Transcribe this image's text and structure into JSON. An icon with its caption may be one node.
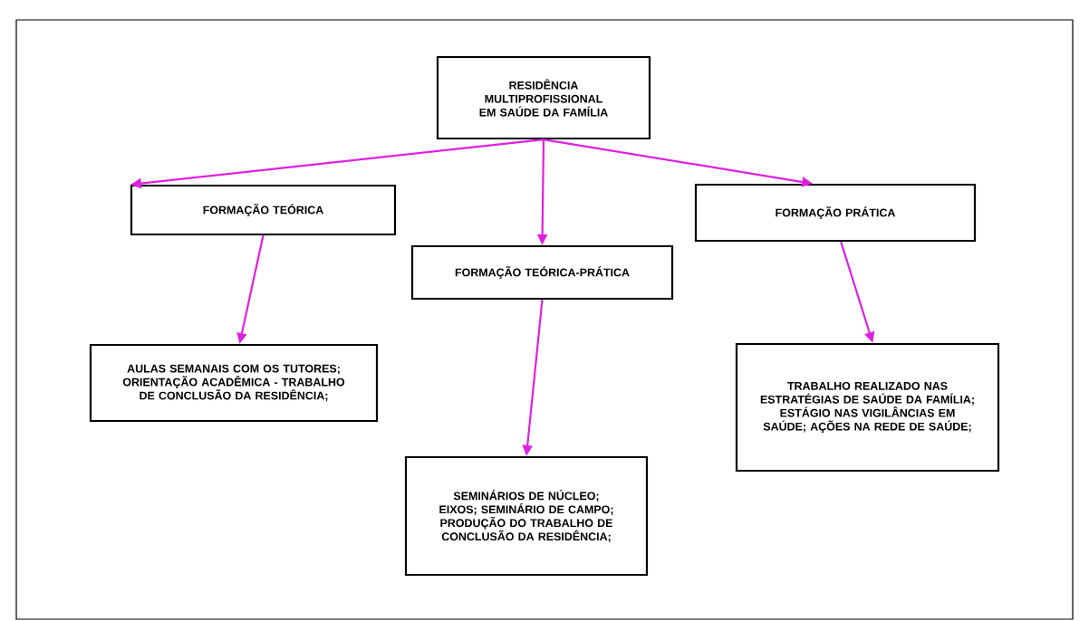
{
  "diagram": {
    "nodes": [
      {
        "text": [
          "RESIDÊNCIA MULTIPROFISSIONAL EM SAÚDE DA FAMÍLIA"
        ]
      },
      {
        "text": [
          "FORMAÇÃO TEÓRICA"
        ]
      },
      {
        "text": [
          "FORMAÇÃO PRÁTICA"
        ]
      },
      {
        "text": [
          "FORMAÇÃO TEÓRICA-PRÁTICA"
        ]
      },
      {
        "text": [
          "AULAS SEMANAIS COM OS TUTORES; ORIENTAÇÃO ACADÊMICA - TRABALHO DE CONCLUSÃO DA RESIDÊNCIA;"
        ]
      },
      {
        "text": [
          "SEMINÁRIOS DE NÚCLEO; EIXOS; SEMINÁRIO DE CAMPO; PRODUÇÃO DO TRABALHO DE CONCLUSÃO DA RESIDÊNCIA;"
        ]
      },
      {
        "text": [
          "TRABALHO REALIZADO NAS ESTRATÉGIAS DE SAÚDE DA FAMÍLIA; ESTÁGIO NAS VIGILÂNCIAS EM SAÚDE; AÇÕES NA REDE DE SAÚDE;"
        ]
      }
    ],
    "edges": [
      {
        "from": 0,
        "to": 1,
        "arrow": "to"
      },
      {
        "from": 0,
        "to": 3,
        "arrow": "to"
      },
      {
        "from": 0,
        "to": 2,
        "arrow": "to"
      },
      {
        "from": 1,
        "to": 4,
        "arrow": "to"
      },
      {
        "from": 3,
        "to": 5,
        "arrow": "to"
      },
      {
        "from": 2,
        "to": 6,
        "arrow": "to"
      }
    ]
  }
}
